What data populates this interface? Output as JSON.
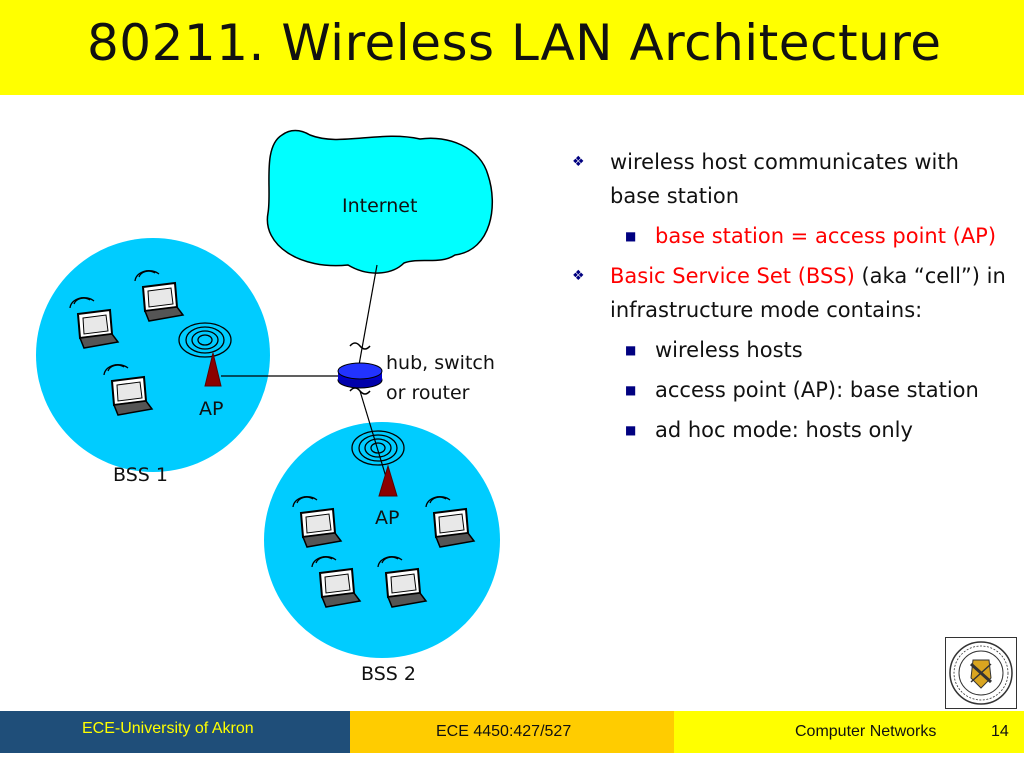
{
  "title": "80211. Wireless LAN Architecture",
  "diagram": {
    "internet_label": "Internet",
    "router_label_line1": "hub, switch",
    "router_label_line2": "or router",
    "ap1_label": "AP",
    "ap2_label": "AP",
    "bss1_label": "BSS 1",
    "bss2_label": "BSS 2",
    "cloud_color": "#00ffff",
    "bss_color": "#00ccff",
    "ap_color": "#8b0000",
    "router_color": "#0000cc"
  },
  "bullets": [
    {
      "level": 1,
      "segments": [
        {
          "text": "wireless host communicates with base station",
          "color": "black"
        }
      ]
    },
    {
      "level": 2,
      "segments": [
        {
          "text": "base station = access point (AP)",
          "color": "red"
        }
      ]
    },
    {
      "level": 1,
      "segments": [
        {
          "text": "Basic Service Set (BSS)",
          "color": "red"
        },
        {
          "text": " (aka “cell”) in infrastructure mode contains:",
          "color": "black"
        }
      ]
    },
    {
      "level": 2,
      "segments": [
        {
          "text": "wireless hosts",
          "color": "black"
        }
      ]
    },
    {
      "level": 2,
      "segments": [
        {
          "text": "access point (AP): base station",
          "color": "black"
        }
      ]
    },
    {
      "level": 2,
      "segments": [
        {
          "text": "ad hoc mode: hosts only",
          "color": "black"
        }
      ]
    }
  ],
  "footer": {
    "left": "ECE-University of Akron",
    "middle": "ECE 4450:427/527",
    "right": "Computer Networks",
    "page": "14"
  },
  "logo": {
    "name": "university-of-akron-seal",
    "text": "THE UNIVERSITY OF AKRON 1870"
  },
  "colors": {
    "title_bar": "#ffff00",
    "footer_left": "#1f4e79",
    "footer_mid": "#ffcc00",
    "footer_right": "#ffff00",
    "bullet_marker": "#000080"
  }
}
